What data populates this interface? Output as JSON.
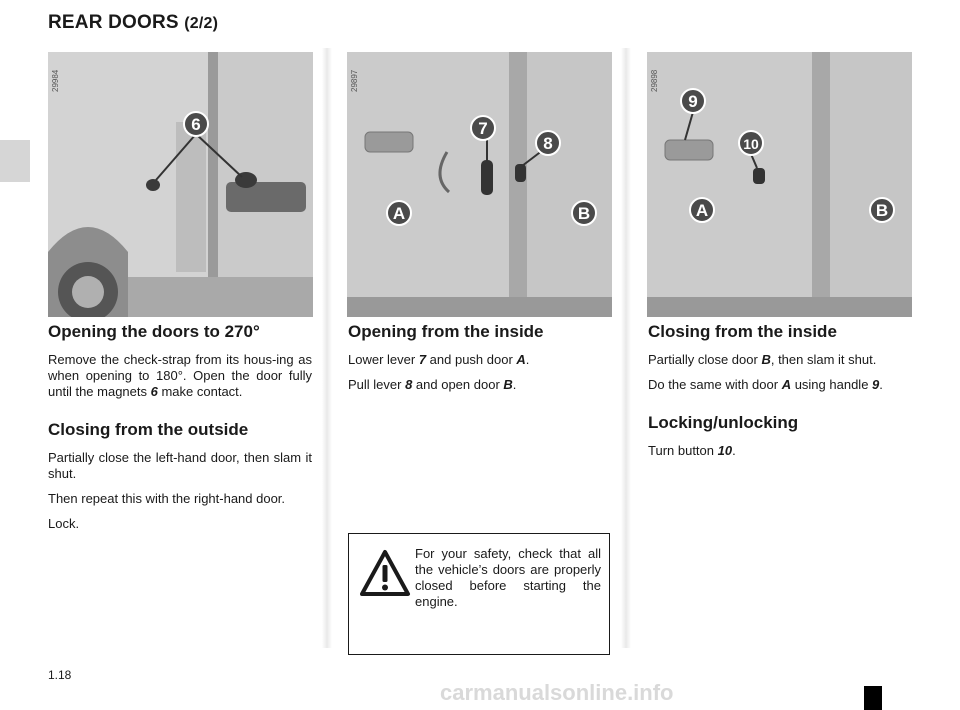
{
  "header": {
    "title": "REAR DOORS",
    "title_suffix": "(2/2)"
  },
  "photos": [
    {
      "ref": "29984",
      "callouts": [
        "6"
      ]
    },
    {
      "ref": "29897",
      "callouts": [
        "7",
        "8",
        "A",
        "B"
      ]
    },
    {
      "ref": "29898",
      "callouts": [
        "9",
        "10",
        "A",
        "B"
      ]
    }
  ],
  "col1": {
    "h1": "Opening the doors to 270°",
    "p1": {
      "t1": "Remove the check-strap from its hous-ing as when opening to 180°. Open the door fully until the magnets ",
      "b1": "6",
      "t2": " make contact."
    },
    "h2": "Closing from the outside",
    "p2": "Partially close the left-hand door, then slam it shut.",
    "p3": "Then repeat this with the right-hand door.",
    "p4": "Lock."
  },
  "col2": {
    "h1": "Opening from the inside",
    "p1": {
      "t1": "Lower lever ",
      "b1": "7",
      "t2": " and push door ",
      "b2": "A",
      "t3": "."
    },
    "p2": {
      "t1": "Pull lever ",
      "b1": "8",
      "t2": " and open door ",
      "b2": "B",
      "t3": "."
    }
  },
  "col3": {
    "h1": "Closing from the inside",
    "p1": {
      "t1": "Partially close door ",
      "b1": "B",
      "t2": ", then slam it shut."
    },
    "p2": {
      "t1": "Do the same with door ",
      "b1": "A",
      "t2": " using handle ",
      "b2": "9",
      "t3": "."
    },
    "h2": "Locking/unlocking",
    "p3": {
      "t1": "Turn button ",
      "b1": "10",
      "t2": "."
    }
  },
  "warning": {
    "text": "For your safety, check that all the vehicle’s doors are properly closed before starting the engine.",
    "icon": "warning-triangle-icon"
  },
  "footer": {
    "page": "1.18",
    "watermark": "carmanualsonline.info"
  }
}
